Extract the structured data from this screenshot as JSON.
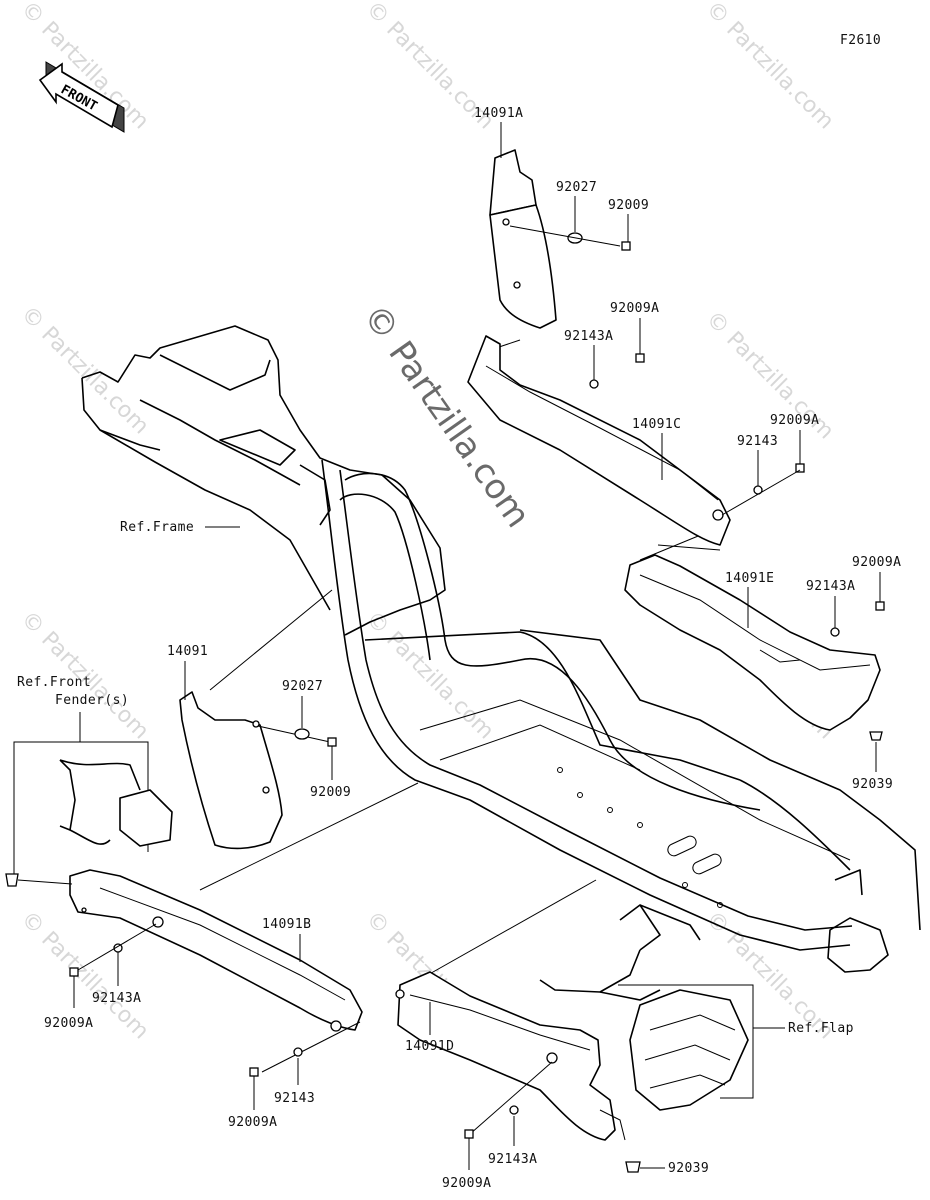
{
  "figure_code": "F2610",
  "front_arrow": {
    "text": "FRONT",
    "icon": "front-direction-arrow-icon"
  },
  "watermark": {
    "text": "© Partzilla.com",
    "repeat_text": "© Partzilla.com"
  },
  "refs": {
    "frame": "Ref.Frame",
    "front_fender_line1": "Ref.Front",
    "front_fender_line2": "Fender(s)",
    "flap": "Ref.Flap"
  },
  "parts": {
    "p14091A": "14091A",
    "p92027_top": "92027",
    "p92009_top": "92009",
    "p92009A_1": "92009A",
    "p92143A_1": "92143A",
    "p14091C": "14091C",
    "p92009A_2": "92009A",
    "p92143_1": "92143",
    "p92009A_3": "92009A",
    "p14091E": "14091E",
    "p92143A_2": "92143A",
    "p92039_right": "92039",
    "p14091": "14091",
    "p92027_mid": "92027",
    "p92009_mid": "92009",
    "p14091B": "14091B",
    "p92143A_3": "92143A",
    "p92009A_4": "92009A",
    "p92143_2": "92143",
    "p92009A_5": "92009A",
    "p14091D": "14091D",
    "p92143A_4": "92143A",
    "p92009A_6": "92009A",
    "p92039_bottom": "92039"
  }
}
